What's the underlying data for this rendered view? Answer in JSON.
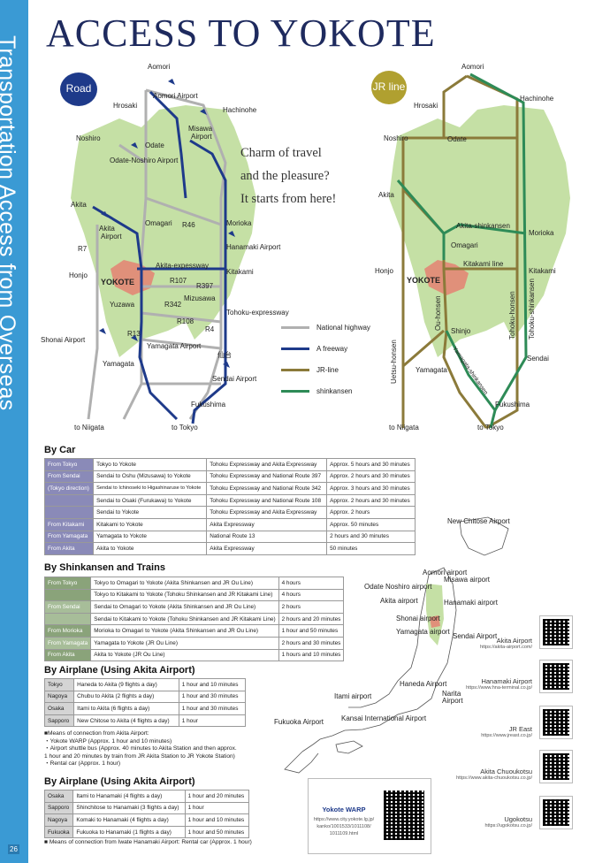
{
  "sidebar": {
    "text": "Transportation Access from Overseas",
    "page_number": "26"
  },
  "title": "ACCESS TO YOKOTE",
  "road_map": {
    "badge": "Road",
    "labels": {
      "aomori": "Aomori",
      "aomori_airport": "Aomori Airport",
      "hrosaki": "Hrosaki",
      "hachinohe": "Hachinohe",
      "misawa_airport_1": "Misawa",
      "misawa_airport_2": "Airport",
      "noshiro": "Noshiro",
      "odate": "Odate",
      "odate_noshiro_airport": "Odate-Noshiro Airport",
      "akita": "Akita",
      "akita_airport_1": "Akita",
      "akita_airport_2": "Airport",
      "omagari": "Omagari",
      "r46": "R46",
      "morioka": "Morioka",
      "hanamaki_airport": "Hanamaki Airport",
      "r7": "R7",
      "akita_expressway": "Akita-expessway",
      "honjo": "Honjo",
      "kitakami": "Kitakami",
      "yokote": "YOKOTE",
      "r107": "R107",
      "r397": "R397",
      "mizusawa": "Mizusawa",
      "yuzawa": "Yuzawa",
      "r342": "R342",
      "tohoku_expressway": "Tohoku-expressway",
      "r108": "R108",
      "r4": "R4",
      "r13": "R13",
      "shonai_airport": "Shonai Airport",
      "yamagata_airport": "Yamagata Airport",
      "sendai_kanji": "仙台",
      "yamagata": "Yamagata",
      "sendai_airport": "Sendai Airport",
      "fukushima": "Fukushima",
      "to_niigata": "to Niigata",
      "to_tokyo": "to Tokyo"
    }
  },
  "tagline": [
    "Charm of travel",
    "and the pleasure?",
    "It starts from here!"
  ],
  "legend": [
    {
      "label": "National highway",
      "color": "#b0b0b0"
    },
    {
      "label": "A freeway",
      "color": "#1e3a8a"
    },
    {
      "label": "JR-line",
      "color": "#8b7a3a"
    },
    {
      "label": "shinkansen",
      "color": "#2e8b57"
    }
  ],
  "jr_map": {
    "badge": "JR line",
    "labels": {
      "aomori": "Aomori",
      "hrosaki": "Hrosaki",
      "hachinohe": "Hachinohe",
      "noshiro": "Noshiro",
      "odate": "Odate",
      "akita": "Akita",
      "akita_shinkansen": "Akita-shinkansen",
      "morioka": "Morioka",
      "omagari": "Omagari",
      "kitakami_line": "Kitakami line",
      "honjo": "Honjo",
      "kitakami": "Kitakami",
      "yokote": "YOKOTE",
      "ou_honsen": "Ou-honsen",
      "tohoku_honsen": "Tohoku-honsen",
      "tohoku_shinkansen": "Tohoku-shinkansen",
      "shinjo": "Shinjo",
      "uetsu_honsen": "Uetsu-honsen",
      "sendai": "Sendai",
      "yamagata": "Yamagata",
      "yamagata_shinkansen": "Yamagata-shinkansen",
      "fukushima": "Fukushima",
      "to_niigata": "to Niigata",
      "to_tokyo": "to Tokyo"
    }
  },
  "by_car": {
    "heading": "By Car",
    "rows": [
      {
        "from": "From Tokyo",
        "route": "Tokyo to Yokote",
        "road": "Tohoku Expressway and Akita Expressway",
        "time": "Approx. 5 hours and 30 minutes"
      },
      {
        "from": "From Sendai",
        "route": "Sendai to Oshu (Mizusawa) to Yokote",
        "road": "Tohoku Expressway and National Route 397",
        "time": "Approx. 2 hours and 30 minutes"
      },
      {
        "from": "(Tokyo direction)",
        "route": "Sendai to Ichinoseki to Higashinaruse to Yokote",
        "road": "Tohoku Expressway and National Route 342",
        "time": "Approx. 3 hours and 30 minutes"
      },
      {
        "from": "",
        "route": "Sendai to Osaki (Furukawa) to Yokote",
        "road": "Tohoku Expressway and National Route 108",
        "time": "Approx. 2 hours and 30 minutes"
      },
      {
        "from": "",
        "route": "Sendai to Yokote",
        "road": "Tohoku Expressway and Akita Expressway",
        "time": "Approx. 2 hours"
      },
      {
        "from": "From Kitakami",
        "route": "Kitakami to Yokote",
        "road": "Akita Expressway",
        "time": "Approx. 50 minutes"
      },
      {
        "from": "From Yamagata",
        "route": "Yamagata to Yokote",
        "road": "National Route 13",
        "time": "2 hours and 30 minutes"
      },
      {
        "from": "From Akita",
        "route": "Akita to Yokote",
        "road": "Akita Expressway",
        "time": "50 minutes"
      }
    ]
  },
  "by_train": {
    "heading": "By Shinkansen and Trains",
    "rows": [
      {
        "from": "From Tokyo",
        "route": "Tokyo to Omagari to Yokote (Akita Shinkansen and JR Ou Line)",
        "time": "4 hours"
      },
      {
        "from": "",
        "route": "Tokyo to Kitakami to Yokote (Tohoku Shinkansen and JR Kitakami Line)",
        "time": "4 hours"
      },
      {
        "from": "From Sendai",
        "route": "Sendai to Omagari to Yokote (Akita Shinkansen and JR Ou Line)",
        "time": "2 hours"
      },
      {
        "from": "",
        "route": "Sendai to Kitakami to Yokote (Tohoku Shinkansen and JR Kitakami Line)",
        "time": "2 hours and 20 minutes"
      },
      {
        "from": "From Morioka",
        "route": "Morioka to Omagari to Yokote (Akita Shinkansen and JR Ou Line)",
        "time": "1 hour and 50 minutes"
      },
      {
        "from": "From Yamagata",
        "route": "Yamagata to Yokote (JR Ou Line)",
        "time": "2 hours and 30 minutes"
      },
      {
        "from": "From Akita",
        "route": "Akita to Yokote (JR Ou Line)",
        "time": "1 hours and 10 minutes"
      }
    ]
  },
  "by_air_akita": {
    "heading": "By Airplane (Using Akita Airport)",
    "rows": [
      {
        "from": "Tokyo",
        "route": "Haneda to Akita (9 flights a day)",
        "time": "1 hour and 10 minutes"
      },
      {
        "from": "Nagoya",
        "route": "Chubu to Akita (2 flights a day)",
        "time": "1 hour and 30 minutes"
      },
      {
        "from": "Osaka",
        "route": "Itami to Akita (6 flights a day)",
        "time": "1 hour and 30 minutes"
      },
      {
        "from": "Sapporo",
        "route": "New Chitose to Akita (4 flights a day)",
        "time": "1 hour"
      }
    ],
    "notes": [
      "■Means of connection from Akita Airport:",
      "・Yokote WARP (Approx. 1 hour and 10 minutes)",
      "・Airport shuttle bus (Approx. 40 minutes to Akita Station and then approx.",
      "1 hour and 20 minutes by train from JR Akita Station to JR Yokote Station)",
      "・Rental car (Approx. 1 hour)"
    ]
  },
  "by_air_hanamaki": {
    "heading": "By Airplane (Using Akita Airport)",
    "rows": [
      {
        "from": "Osaka",
        "route": "Itami to Hanamaki (4 flights a day)",
        "time": "1 hour and 20 minutes"
      },
      {
        "from": "Sapporo",
        "route": "Shinchitose to Hanamaki (3 flights a day)",
        "time": "1 hour"
      },
      {
        "from": "Nagoya",
        "route": "Komaki to Hanamaki (4 flights a day)",
        "time": "1 hour and 10 minutes"
      },
      {
        "from": "Fukuoka",
        "route": "Fukuoka to Hanamaki (1 flights a day)",
        "time": "1 hour and 50 minutes"
      }
    ],
    "note": "■ Means of connection from Iwate Hanamaki Airport: Rental car (Approx. 1 hour)"
  },
  "japan_map": {
    "labels": {
      "new_chitose": "New Chitose Airport",
      "aomori": "Aomori airport",
      "odate_noshiro": "Odate Noshiro airport",
      "misawa": "Misawa airport",
      "akita": "Akita airport",
      "hanamaki": "Hanamaki airport",
      "shonai": "Shonai airport",
      "yamagata": "Yamagata airport",
      "sendai": "Sendai Airport",
      "haneda": "Haneda Airport",
      "itami": "Itami airport",
      "narita_1": "Narita",
      "narita_2": "Airport",
      "kansai": "Kansai International Airport",
      "fukuoka": "Fukuoka Airport"
    }
  },
  "qr_codes": [
    {
      "name": "Akita Airport",
      "url": "https://akita-airport.com/"
    },
    {
      "name": "Hanamaki Airport",
      "url": "https://www.hna-terminal.co.jp/"
    },
    {
      "name": "JR East",
      "url": "https://www.jreast.co.jp/"
    },
    {
      "name": "Akita Chuoukotsu",
      "url": "https://www.akita-chuoukotsu.co.jp/"
    },
    {
      "name": "Ugokotsu",
      "url": "https://ugokotsu.co.jp/"
    }
  ],
  "yokote_warp": {
    "name": "Yokote WARP",
    "url_lines": [
      "https://www.city.yokote.lg.jp/",
      "kanko/1001533/1011108/",
      "1011109.html"
    ]
  },
  "colors": {
    "sidebar": "#3a9ad4",
    "title": "#1e2a5e",
    "road_badge": "#1e3a8a",
    "jr_badge": "#b0a030",
    "land": "#c5e0a5",
    "yokote_area": "#e0907a"
  }
}
